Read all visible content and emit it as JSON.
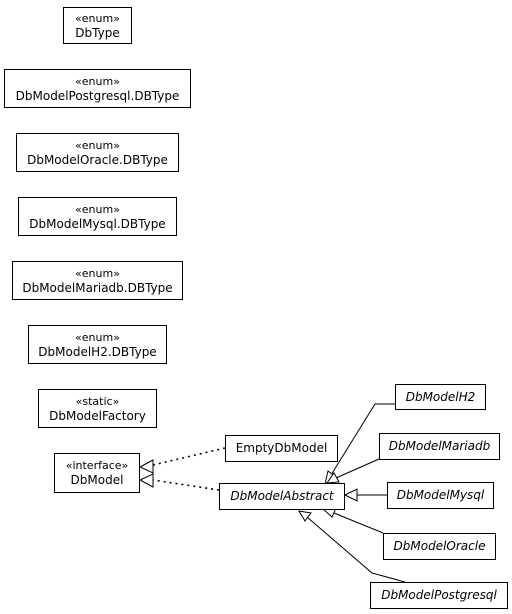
{
  "classes": {
    "dbtype": {
      "stereotype": "«enum»",
      "name": "DbType"
    },
    "postgresql_dbtype": {
      "stereotype": "«enum»",
      "name": "DbModelPostgresql.DBType"
    },
    "oracle_dbtype": {
      "stereotype": "«enum»",
      "name": "DbModelOracle.DBType"
    },
    "mysql_dbtype": {
      "stereotype": "«enum»",
      "name": "DbModelMysql.DBType"
    },
    "mariadb_dbtype": {
      "stereotype": "«enum»",
      "name": "DbModelMariadb.DBType"
    },
    "h2_dbtype": {
      "stereotype": "«enum»",
      "name": "DbModelH2.DBType"
    },
    "factory": {
      "stereotype": "«static»",
      "name": "DbModelFactory"
    },
    "dbmodel": {
      "stereotype": "«interface»",
      "name": "DbModel"
    },
    "empty": {
      "name": "EmptyDbModel"
    },
    "abstract": {
      "name": "DbModelAbstract"
    },
    "h2": {
      "name": "DbModelH2"
    },
    "mariadb": {
      "name": "DbModelMariadb"
    },
    "mysql": {
      "name": "DbModelMysql"
    },
    "oracle": {
      "name": "DbModelOracle"
    },
    "postgresql": {
      "name": "DbModelPostgresql"
    }
  },
  "relations": [
    {
      "type": "realization",
      "from": "EmptyDbModel",
      "to": "DbModel"
    },
    {
      "type": "realization",
      "from": "DbModelAbstract",
      "to": "DbModel"
    },
    {
      "type": "generalization",
      "from": "DbModelH2",
      "to": "DbModelAbstract"
    },
    {
      "type": "generalization",
      "from": "DbModelMariadb",
      "to": "DbModelAbstract"
    },
    {
      "type": "generalization",
      "from": "DbModelMysql",
      "to": "DbModelAbstract"
    },
    {
      "type": "generalization",
      "from": "DbModelOracle",
      "to": "DbModelAbstract"
    },
    {
      "type": "generalization",
      "from": "DbModelPostgresql",
      "to": "DbModelAbstract"
    }
  ]
}
